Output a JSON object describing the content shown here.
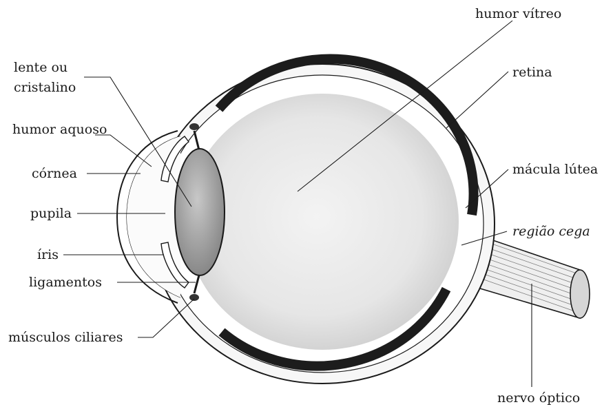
{
  "labels": {
    "lente_l1": "lente ou",
    "lente_l2": "cristalino",
    "humor_aquoso": "humor aquoso",
    "cornea": "córnea",
    "pupila": "pupila",
    "iris": "íris",
    "ligamentos": "ligamentos",
    "musculos_ciliares": "músculos ciliares",
    "humor_vitreo": "humor vítreo",
    "retina": "retina",
    "macula_lutea": "mácula lútea",
    "regiao_cega": "região cega",
    "nervo_optico": "nervo óptico"
  }
}
